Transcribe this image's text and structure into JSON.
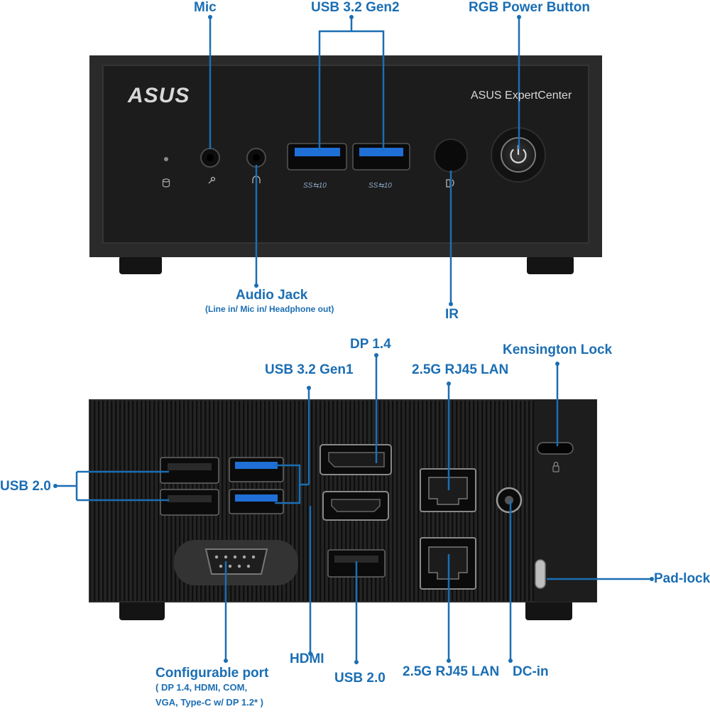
{
  "brand": {
    "logo": "ASUS",
    "model": "ASUS ExpertCenter"
  },
  "port_markings": {
    "usb_front": "SS⇆10"
  },
  "front_labels": {
    "mic": "Mic",
    "usb_gen2": "USB 3.2 Gen2",
    "power": "RGB Power Button",
    "audio": "Audio Jack",
    "audio_sub": "(Line in/ Mic in/ Headphone out)",
    "ir": "IR"
  },
  "rear_labels": {
    "dp": "DP 1.4",
    "kensington": "Kensington Lock",
    "usb_gen1": "USB 3.2 Gen1",
    "lan_top": "2.5G RJ45 LAN",
    "usb20_left": "USB 2.0",
    "padlock": "Pad-lock",
    "hdmi": "HDMI",
    "config": "Configurable port",
    "config_sub1": "( DP 1.4, HDMI, COM,",
    "config_sub2": "VGA, Type-C w/ DP 1.2* )",
    "usb20_bottom": "USB 2.0",
    "lan_bottom": "2.5G RJ45 LAN",
    "dcin": "DC-in"
  },
  "colors": {
    "accent": "#1b6eb3",
    "chassis": "#1a1a1a",
    "usb3": "#1f6fd6"
  }
}
